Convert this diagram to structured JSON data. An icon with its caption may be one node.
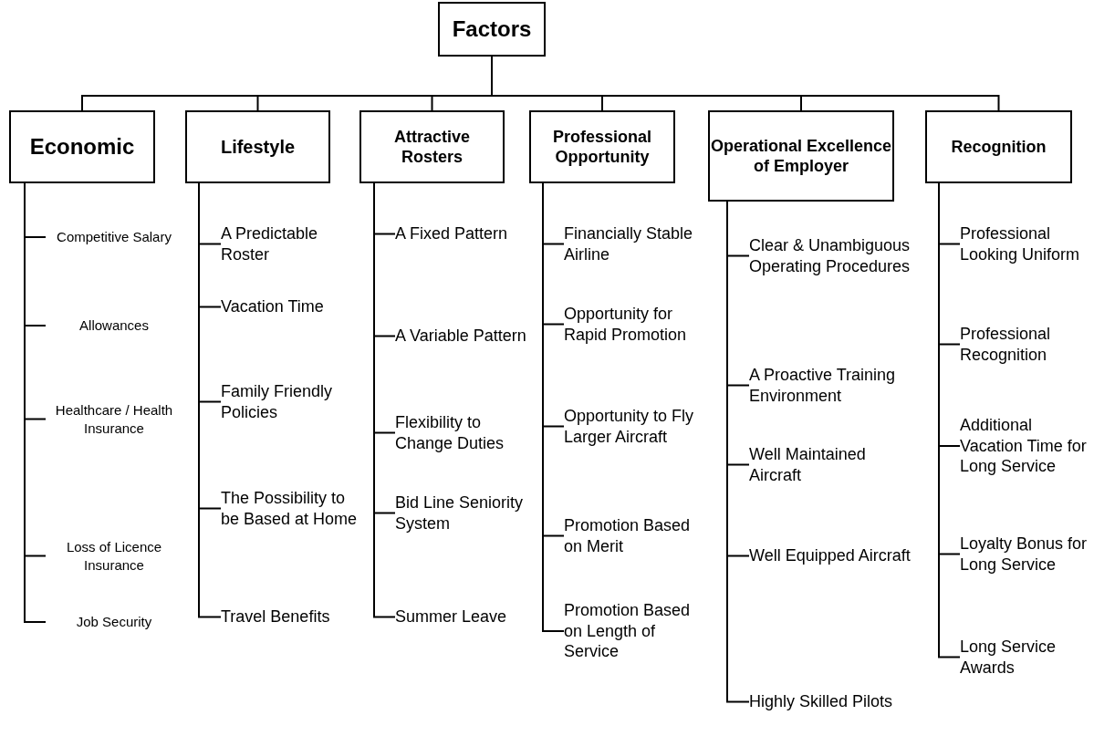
{
  "diagram": {
    "nodes": [
      {
        "text": [
          "Factors"
        ]
      },
      {
        "text": [
          "Economic"
        ]
      },
      {
        "text": [
          "Lifestyle"
        ]
      },
      {
        "text": [
          "Attractive Rosters"
        ]
      },
      {
        "text": [
          "Professional Opportunity"
        ]
      },
      {
        "text": [
          "Operational Excellence of Employer"
        ]
      },
      {
        "text": [
          "Recognition"
        ]
      },
      {
        "text": [
          "Competitive Salary"
        ]
      },
      {
        "text": [
          "Allowances"
        ]
      },
      {
        "text": [
          "Healthcare / Health Insurance"
        ]
      },
      {
        "text": [
          "Loss of Licence Insurance"
        ]
      },
      {
        "text": [
          "Job Security"
        ]
      },
      {
        "text": [
          "A Predictable Roster"
        ]
      },
      {
        "text": [
          "Vacation Time"
        ]
      },
      {
        "text": [
          "Family Friendly Policies"
        ]
      },
      {
        "text": [
          "The Possibility to be Based at Home"
        ]
      },
      {
        "text": [
          "Travel Benefits"
        ]
      },
      {
        "text": [
          "A Fixed Pattern"
        ]
      },
      {
        "text": [
          "A Variable Pattern"
        ]
      },
      {
        "text": [
          "Flexibility to Change Duties"
        ]
      },
      {
        "text": [
          "Bid Line Seniority System"
        ]
      },
      {
        "text": [
          "Summer Leave"
        ]
      },
      {
        "text": [
          "Financially Stable Airline"
        ]
      },
      {
        "text": [
          "Opportunity for Rapid Promotion"
        ]
      },
      {
        "text": [
          "Opportunity to Fly Larger Aircraft"
        ]
      },
      {
        "text": [
          "Promotion Based on Merit"
        ]
      },
      {
        "text": [
          "Promotion Based on Length of Service"
        ]
      },
      {
        "text": [
          "Clear & Unambiguous Operating Procedures"
        ]
      },
      {
        "text": [
          "A Proactive Training Environment"
        ]
      },
      {
        "text": [
          "Well Maintained Aircraft"
        ]
      },
      {
        "text": [
          "Well Equipped Aircraft"
        ]
      },
      {
        "text": [
          "Highly Skilled Pilots"
        ]
      },
      {
        "text": [
          "Professional Looking Uniform"
        ]
      },
      {
        "text": [
          "Professional Recognition"
        ]
      },
      {
        "text": [
          "Additional Vacation Time for Long Service"
        ]
      },
      {
        "text": [
          "Loyalty Bonus for Long Service"
        ]
      },
      {
        "text": [
          "Long Service Awards"
        ]
      }
    ],
    "edges": [
      {
        "from": 0,
        "to": 1,
        "arrow": "none"
      },
      {
        "from": 0,
        "to": 2,
        "arrow": "none"
      },
      {
        "from": 0,
        "to": 3,
        "arrow": "none"
      },
      {
        "from": 0,
        "to": 4,
        "arrow": "none"
      },
      {
        "from": 0,
        "to": 5,
        "arrow": "none"
      },
      {
        "from": 0,
        "to": 6,
        "arrow": "none"
      },
      {
        "from": 1,
        "to": 7,
        "arrow": "none"
      },
      {
        "from": 1,
        "to": 8,
        "arrow": "none"
      },
      {
        "from": 1,
        "to": 9,
        "arrow": "none"
      },
      {
        "from": 1,
        "to": 10,
        "arrow": "none"
      },
      {
        "from": 1,
        "to": 11,
        "arrow": "none"
      },
      {
        "from": 2,
        "to": 12,
        "arrow": "none"
      },
      {
        "from": 2,
        "to": 13,
        "arrow": "none"
      },
      {
        "from": 2,
        "to": 14,
        "arrow": "none"
      },
      {
        "from": 2,
        "to": 15,
        "arrow": "none"
      },
      {
        "from": 2,
        "to": 16,
        "arrow": "none"
      },
      {
        "from": 3,
        "to": 17,
        "arrow": "none"
      },
      {
        "from": 3,
        "to": 18,
        "arrow": "none"
      },
      {
        "from": 3,
        "to": 19,
        "arrow": "none"
      },
      {
        "from": 3,
        "to": 20,
        "arrow": "none"
      },
      {
        "from": 3,
        "to": 21,
        "arrow": "none"
      },
      {
        "from": 4,
        "to": 22,
        "arrow": "none"
      },
      {
        "from": 4,
        "to": 23,
        "arrow": "none"
      },
      {
        "from": 4,
        "to": 24,
        "arrow": "none"
      },
      {
        "from": 4,
        "to": 25,
        "arrow": "none"
      },
      {
        "from": 4,
        "to": 26,
        "arrow": "none"
      },
      {
        "from": 5,
        "to": 27,
        "arrow": "none"
      },
      {
        "from": 5,
        "to": 28,
        "arrow": "none"
      },
      {
        "from": 5,
        "to": 29,
        "arrow": "none"
      },
      {
        "from": 5,
        "to": 30,
        "arrow": "none"
      },
      {
        "from": 5,
        "to": 31,
        "arrow": "none"
      },
      {
        "from": 6,
        "to": 32,
        "arrow": "none"
      },
      {
        "from": 6,
        "to": 33,
        "arrow": "none"
      },
      {
        "from": 6,
        "to": 34,
        "arrow": "none"
      },
      {
        "from": 6,
        "to": 35,
        "arrow": "none"
      },
      {
        "from": 6,
        "to": 36,
        "arrow": "none"
      }
    ]
  }
}
